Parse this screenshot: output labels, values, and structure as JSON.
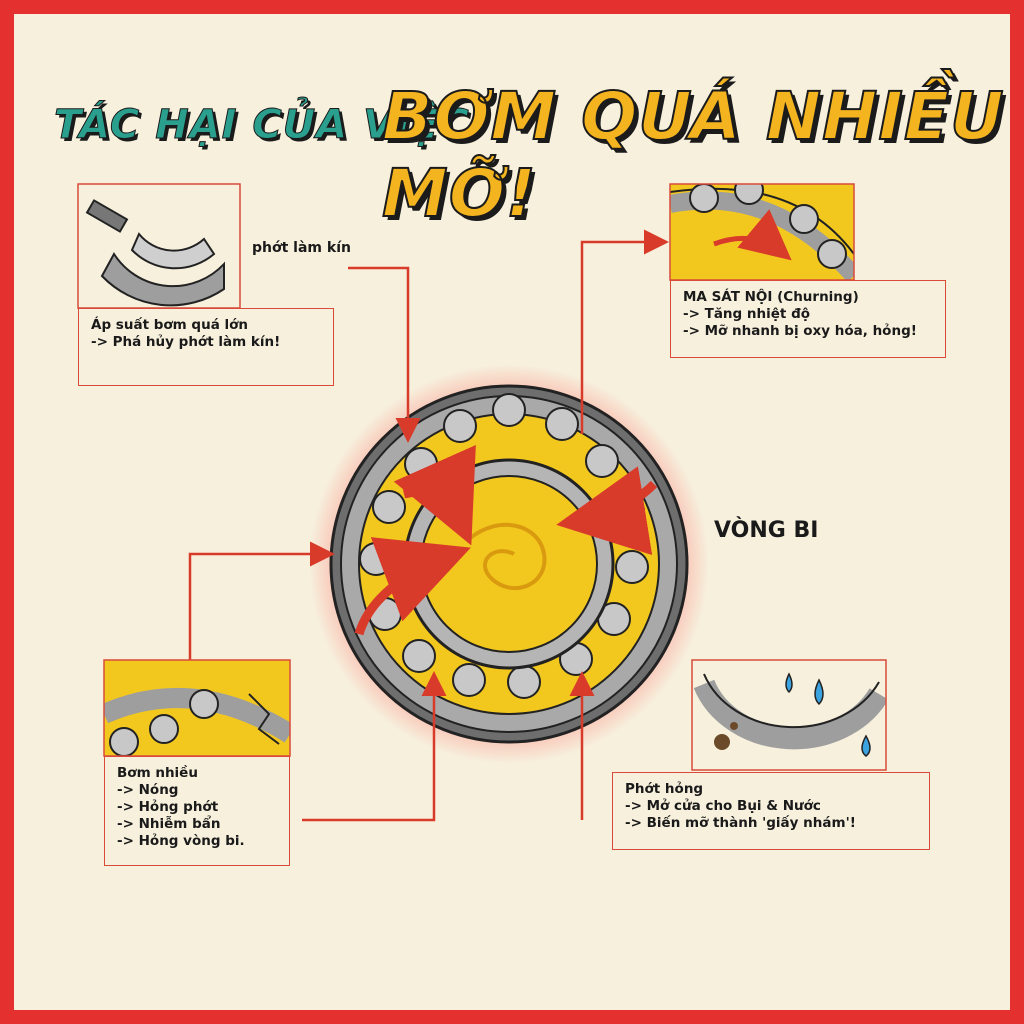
{
  "title": {
    "small": "TÁC HẠI CỦA VIỆC",
    "big": "BƠM QUÁ NHIỀU MỠ!"
  },
  "center_label": "VÒNG BI",
  "seal_label": "phớt làm kín",
  "panels": {
    "top_left": {
      "lines": [
        "Áp suất bơm quá lớn",
        "-> Phá hủy phớt làm kín!"
      ]
    },
    "top_right": {
      "lines": [
        "MA SÁT NỘI (Churning)",
        "-> Tăng nhiệt độ",
        "-> Mỡ nhanh bị oxy hóa, hỏng!"
      ]
    },
    "bottom_left": {
      "lines": [
        "Bơm nhiều",
        "-> Nóng",
        "-> Hỏng phớt",
        "-> Nhiễm bẩn",
        "-> Hỏng vòng bi."
      ]
    },
    "bottom_right": {
      "lines": [
        "Phớt hỏng",
        "-> Mở cửa cho Bụi & Nước",
        "-> Biến mỡ thành 'giấy nhám'!"
      ]
    }
  },
  "colors": {
    "frame": "#e53030",
    "background": "#f7f0dd",
    "grease": "#f3c81e",
    "arrow": "#d93b2b",
    "title_teal": "#2a9f8e",
    "title_yellow": "#f3b41f"
  }
}
